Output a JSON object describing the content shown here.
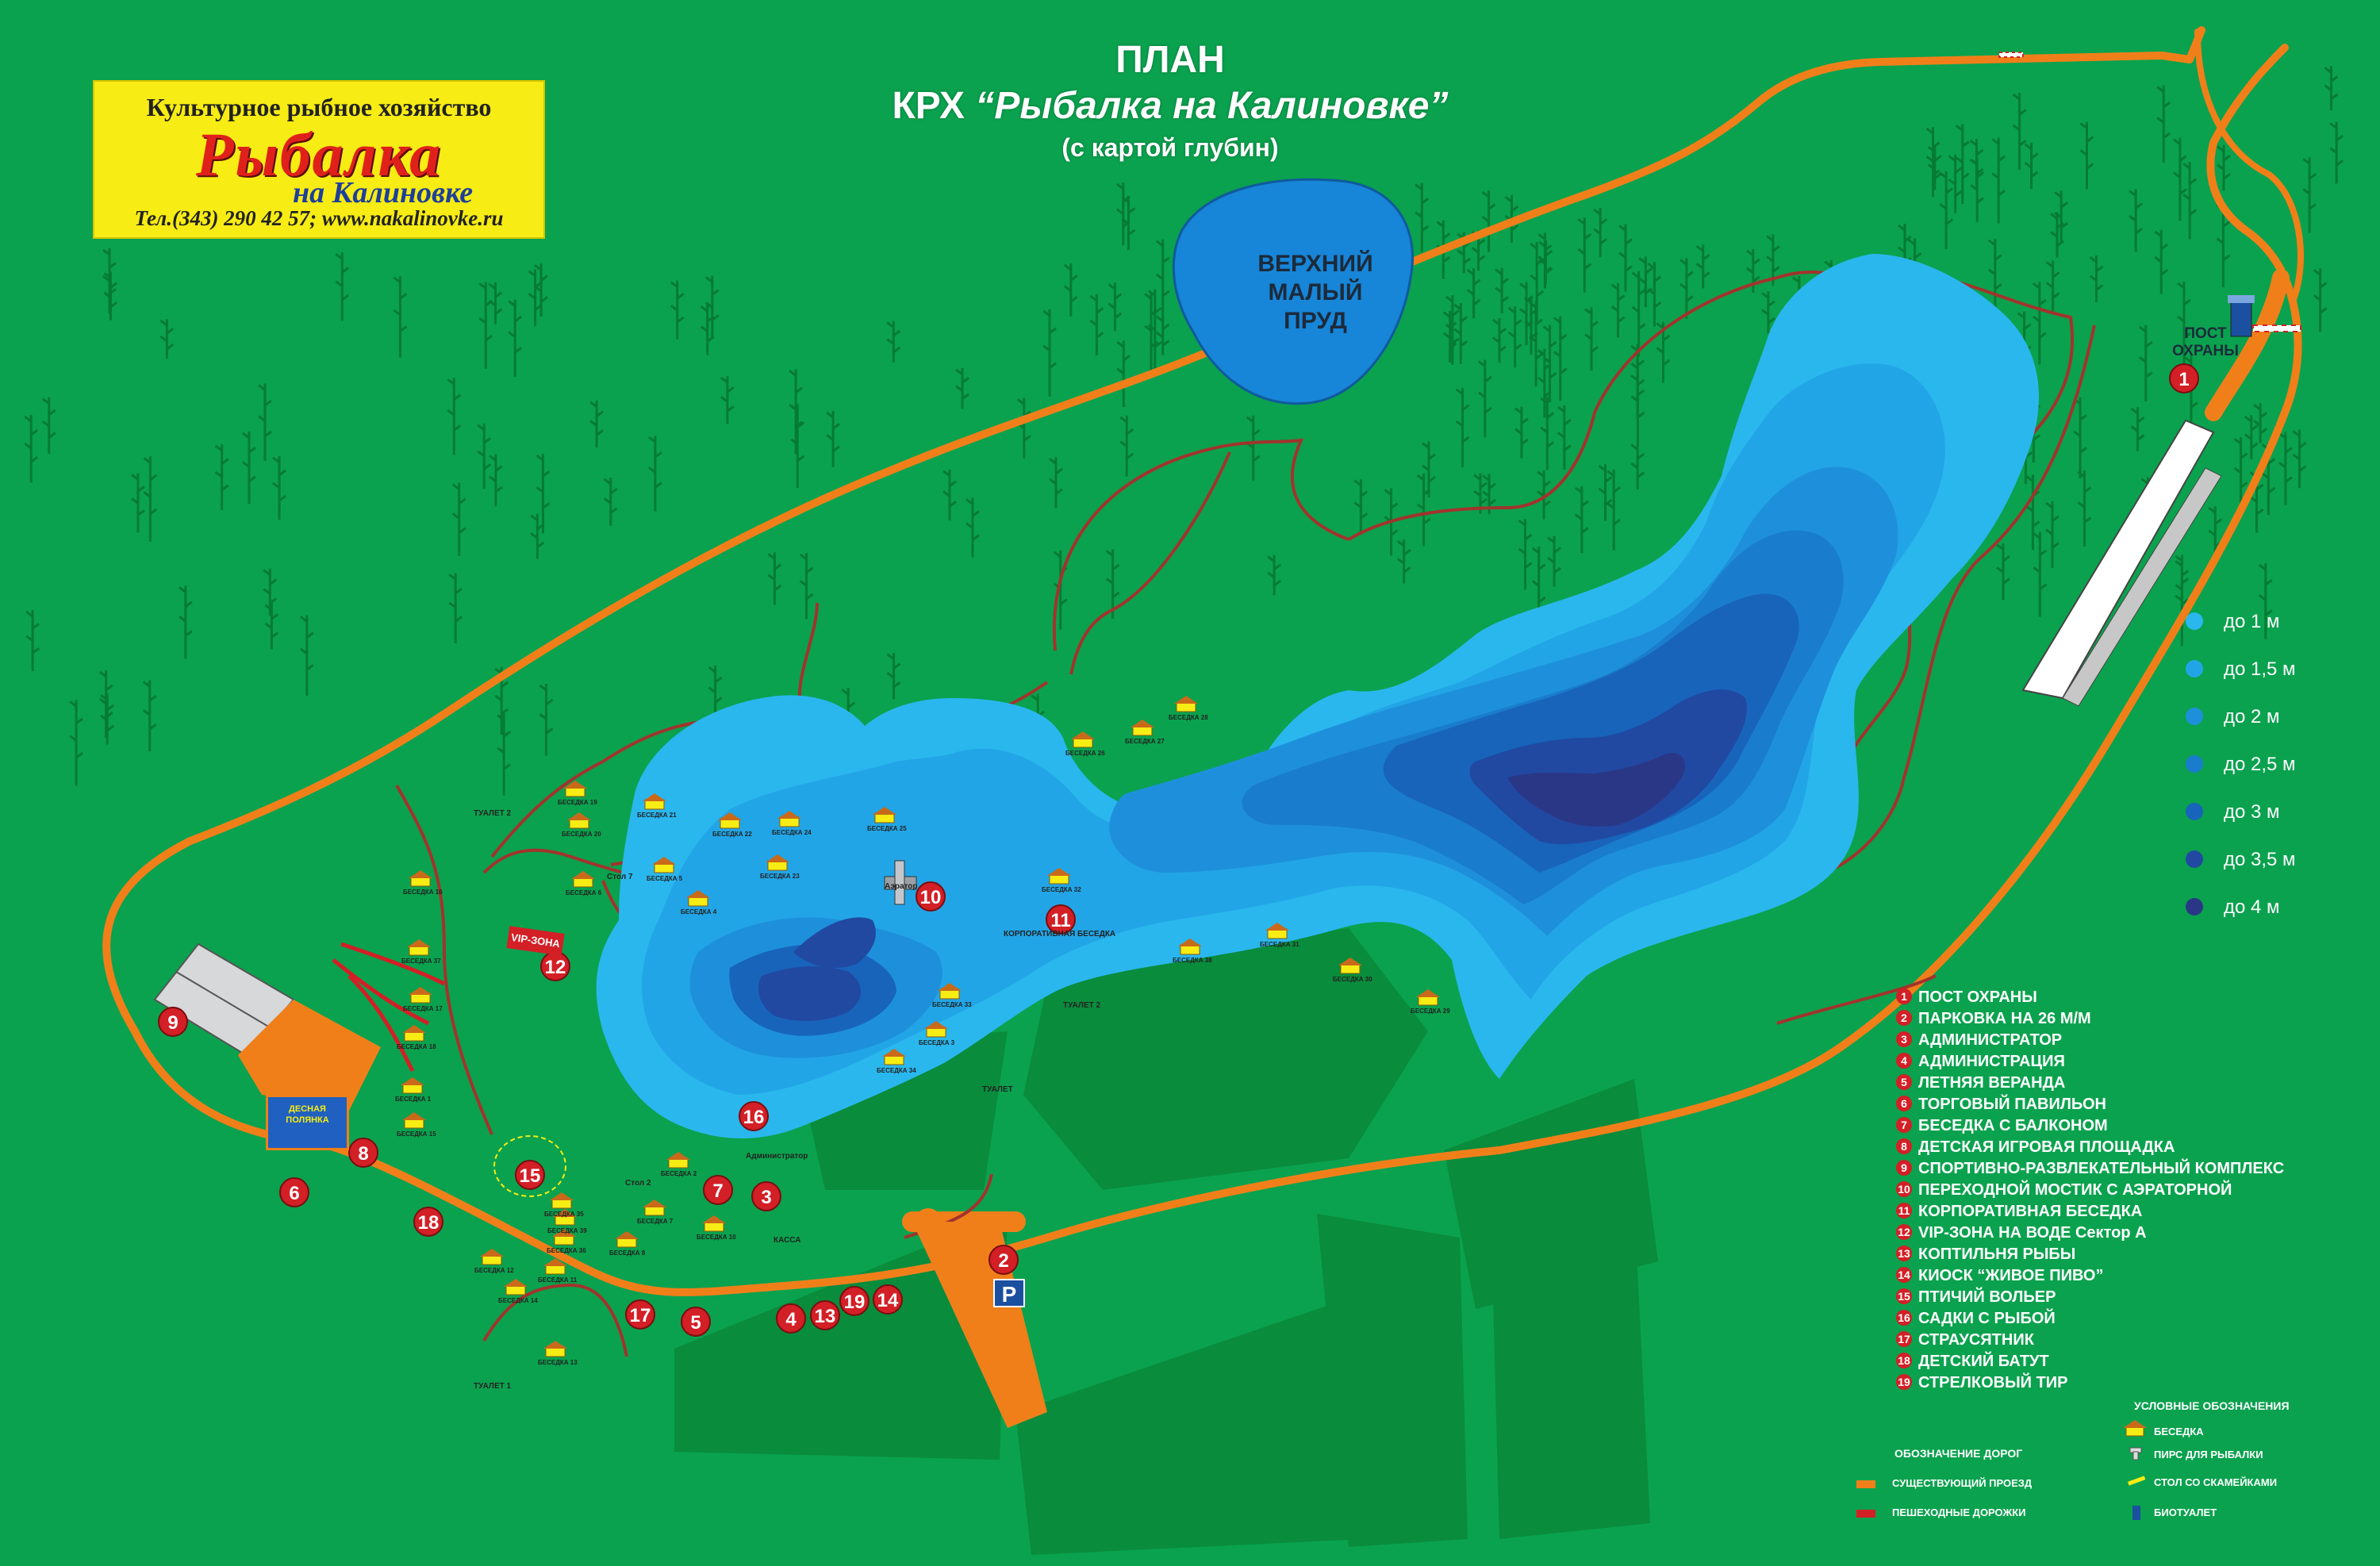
{
  "logo": {
    "subtitle": "Культурное рыбное хозяйство",
    "brand_line1": "Рыбалка",
    "brand_line2": "на Калиновке",
    "contact": "Тел.(343) 290 42 57; www.nakalinovke.ru"
  },
  "title": {
    "line1": "ПЛАН",
    "line2_prefix": "КРХ ",
    "line2_name": "“Рыбалка на Калиновке”",
    "line3": "(с картой глубин)"
  },
  "upper_pond": {
    "line1": "ВЕРХНИЙ",
    "line2": "МАЛЫЙ",
    "line3": "ПРУД"
  },
  "guard_post": {
    "line1": "ПОСТ",
    "line2": "ОХРАНЫ",
    "number": "1"
  },
  "depth_legend": [
    {
      "label": "до 1 м",
      "color": "#2ab7ee"
    },
    {
      "label": "до 1,5 м",
      "color": "#22a5e6"
    },
    {
      "label": "до 2 м",
      "color": "#1e90db"
    },
    {
      "label": "до 2,5 м",
      "color": "#1a7ccd"
    },
    {
      "label": "до 3 м",
      "color": "#1864bb"
    },
    {
      "label": "до 3,5 м",
      "color": "#2149a2"
    },
    {
      "label": "до 4 м",
      "color": "#2a3787"
    }
  ],
  "objects_legend": [
    {
      "number": "1",
      "label": "ПОСТ ОХРАНЫ"
    },
    {
      "number": "2",
      "label": "ПАРКОВКА НА 26 М/М"
    },
    {
      "number": "3",
      "label": "АДМИНИСТРАТОР"
    },
    {
      "number": "4",
      "label": "АДМИНИСТРАЦИЯ"
    },
    {
      "number": "5",
      "label": "ЛЕТНЯЯ ВЕРАНДА"
    },
    {
      "number": "6",
      "label": "ТОРГОВЫЙ ПАВИЛЬОН"
    },
    {
      "number": "7",
      "label": "БЕСЕДКА С БАЛКОНОМ"
    },
    {
      "number": "8",
      "label": "ДЕТСКАЯ ИГРОВАЯ ПЛОЩАДКА"
    },
    {
      "number": "9",
      "label": "СПОРТИВНО-РАЗВЛЕКАТЕЛЬНЫЙ КОМПЛЕКС"
    },
    {
      "number": "10",
      "label": "ПЕРЕХОДНОЙ МОСТИК С АЭРАТОРНОЙ"
    },
    {
      "number": "11",
      "label": "КОРПОРАТИВНАЯ БЕСЕДКА"
    },
    {
      "number": "12",
      "label": "VIP-ЗОНА НА ВОДЕ Сектор А"
    },
    {
      "number": "13",
      "label": "КОПТИЛЬНЯ РЫБЫ"
    },
    {
      "number": "14",
      "label": "КИОСК “ЖИВОЕ ПИВО”"
    },
    {
      "number": "15",
      "label": "ПТИЧИЙ ВОЛЬЕР"
    },
    {
      "number": "16",
      "label": "САДКИ С РЫБОЙ"
    },
    {
      "number": "17",
      "label": "СТРАУСЯТНИК"
    },
    {
      "number": "18",
      "label": "ДЕТСКИЙ БАТУТ"
    },
    {
      "number": "19",
      "label": "СТРЕЛКОВЫЙ ТИР"
    }
  ],
  "symbols_legend": {
    "title": "УСЛОВНЫЕ ОБОЗНАЧЕНИЯ",
    "gazebo": "БЕСЕДКА",
    "pier": "ПИРС ДЛЯ РЫБАЛКИ",
    "table": "СТОЛ СО СКАМЕЙКАМИ",
    "toilet": "БИОТУАЛЕТ"
  },
  "roads_legend": {
    "title": "ОБОЗНАЧЕНИЕ ДОРОГ",
    "existing": "СУЩЕСТВУЮЩИЙ ПРОЕЗД",
    "walkways": "ПЕШЕХОДНЫЕ ДОРОЖКИ"
  },
  "parking_sign": "P",
  "place_labels": {
    "toilet1": "ТУАЛЕТ 1",
    "toilet2": "ТУАЛЕТ 2",
    "toilet2b": "ТУАЛЕТ 2",
    "toilet3": "ТУАЛЕТ",
    "administrator": "Администратор",
    "cashier": "КАССА",
    "vip": "VIP-ЗОНА",
    "corporate": "КОРПОРАТИВНАЯ БЕСЕДКА",
    "aerator": "Аэратор",
    "kids_area": "ДЕСНАЯ ПОЛЯНКА",
    "table2": "Стол 2",
    "table7": "Стол 7"
  },
  "gazebos": [
    {
      "id": "g1",
      "label": "БЕСЕДКА 1"
    },
    {
      "id": "g2",
      "label": "БЕСЕДКА 2"
    },
    {
      "id": "g3",
      "label": "БЕСЕДКА 3"
    },
    {
      "id": "g4",
      "label": "БЕСЕДКА 4"
    },
    {
      "id": "g5",
      "label": "БЕСЕДКА 5"
    },
    {
      "id": "g6",
      "label": "БЕСЕДКА 6"
    },
    {
      "id": "g7",
      "label": "БЕСЕДКА 7"
    },
    {
      "id": "g8",
      "label": "БЕСЕДКА 8"
    },
    {
      "id": "g10",
      "label": "БЕСЕДКА 10"
    },
    {
      "id": "g11",
      "label": "БЕСЕДКА 11"
    },
    {
      "id": "g12",
      "label": "БЕСЕДКА 12"
    },
    {
      "id": "g13",
      "label": "БЕСЕДКА 13"
    },
    {
      "id": "g14",
      "label": "БЕСЕДКА 14"
    },
    {
      "id": "g15",
      "label": "БЕСЕДКА 15"
    },
    {
      "id": "g16",
      "label": "БЕСЕДКА 16"
    },
    {
      "id": "g17",
      "label": "БЕСЕДКА 17"
    },
    {
      "id": "g18",
      "label": "БЕСЕДКА 18"
    },
    {
      "id": "g19",
      "label": "БЕСЕДКА 19"
    },
    {
      "id": "g20",
      "label": "БЕСЕДКА 20"
    },
    {
      "id": "g21",
      "label": "БЕСЕДКА 21"
    },
    {
      "id": "g22",
      "label": "БЕСЕДКА 22"
    },
    {
      "id": "g23",
      "label": "БЕСЕДКА 23"
    },
    {
      "id": "g24",
      "label": "БЕСЕДКА 24"
    },
    {
      "id": "g25",
      "label": "БЕСЕДКА 25"
    },
    {
      "id": "g26",
      "label": "БЕСЕДКА 26"
    },
    {
      "id": "g27",
      "label": "БЕСЕДКА 27"
    },
    {
      "id": "g28",
      "label": "БЕСЕДКА 28"
    },
    {
      "id": "g29",
      "label": "БЕСЕДКА 29"
    },
    {
      "id": "g30",
      "label": "БЕСЕДКА 30"
    },
    {
      "id": "g31",
      "label": "БЕСЕДКА 31"
    },
    {
      "id": "g32",
      "label": "БЕСЕДКА 32"
    },
    {
      "id": "g33",
      "label": "БЕСЕДКА 33"
    },
    {
      "id": "g34",
      "label": "БЕСЕДКА 34"
    },
    {
      "id": "g35",
      "label": "БЕСЕДКА 35"
    },
    {
      "id": "g36",
      "label": "БЕСЕДКА 36"
    },
    {
      "id": "g37",
      "label": "БЕСЕДКА 37"
    },
    {
      "id": "g38",
      "label": "БЕСЕДКА 38"
    },
    {
      "id": "g39",
      "label": "БЕСЕДКА 39"
    }
  ],
  "colors": {
    "grass": "#0aa24e",
    "forest_block": "#098c3c",
    "road": "#f07f1a",
    "walkway": "#d31f26",
    "badge": "#d31f26",
    "water_shallow": "#2ab7ee",
    "water_deep": "#2a3787"
  }
}
